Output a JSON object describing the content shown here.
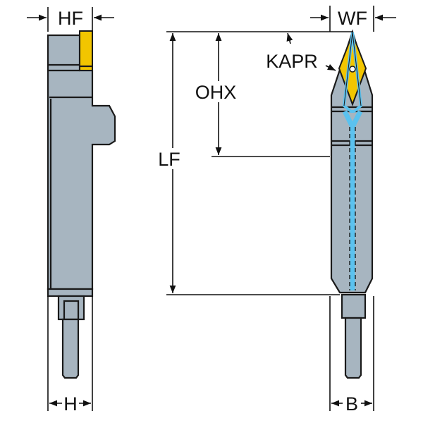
{
  "labels": {
    "hf": "HF",
    "h": "H",
    "wf": "WF",
    "kapr": "KAPR",
    "ohx": "OHX",
    "lf": "LF",
    "b": "B"
  },
  "colors": {
    "body": "#a7b5c0",
    "insert": "#f2c500",
    "coolant": "#5bc2ef",
    "outline": "#1a1a1a"
  }
}
